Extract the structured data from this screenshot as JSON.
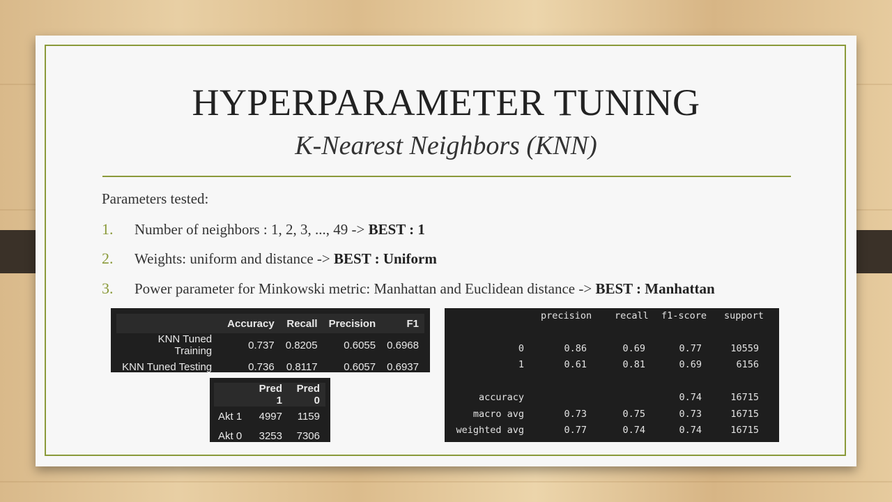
{
  "slide": {
    "title": "HYPERPARAMETER TUNING",
    "subtitle": "K-Nearest Neighbors (KNN)",
    "intro": "Parameters tested:",
    "items": [
      {
        "num": "1.",
        "text": "Number of neighbors : 1, 2, 3, ..., 49 -> ",
        "best": "BEST : 1"
      },
      {
        "num": "2.",
        "text": "Weights: uniform and distance -> ",
        "best": "BEST : Uniform"
      },
      {
        "num": "3.",
        "text": "Power parameter for Minkowski metric: Manhattan and Euclidean distance -> ",
        "best": "BEST : Manhattan"
      }
    ]
  },
  "metrics_table": {
    "headers": [
      "",
      "Accuracy",
      "Recall",
      "Precision",
      "F1"
    ],
    "rows": [
      [
        "KNN Tuned Training",
        "0.737",
        "0.8205",
        "0.6055",
        "0.6968"
      ],
      [
        "KNN Tuned Testing",
        "0.736",
        "0.8117",
        "0.6057",
        "0.6937"
      ]
    ]
  },
  "confusion_matrix": {
    "headers": [
      "",
      "Pred 1",
      "Pred 0"
    ],
    "rows": [
      [
        "Akt 1",
        "4997",
        "1159"
      ],
      [
        "Akt 0",
        "3253",
        "7306"
      ]
    ]
  },
  "classification_report": {
    "headers": [
      "precision",
      "recall",
      "f1-score",
      "support"
    ],
    "rows": [
      {
        "label": "0",
        "precision": "0.86",
        "recall": "0.69",
        "f1": "0.77",
        "support": "10559"
      },
      {
        "label": "1",
        "precision": "0.61",
        "recall": "0.81",
        "f1": "0.69",
        "support": "6156"
      },
      {
        "label": "accuracy",
        "precision": "",
        "recall": "",
        "f1": "0.74",
        "support": "16715"
      },
      {
        "label": "macro avg",
        "precision": "0.73",
        "recall": "0.75",
        "f1": "0.73",
        "support": "16715"
      },
      {
        "label": "weighted avg",
        "precision": "0.77",
        "recall": "0.74",
        "f1": "0.74",
        "support": "16715"
      }
    ]
  }
}
